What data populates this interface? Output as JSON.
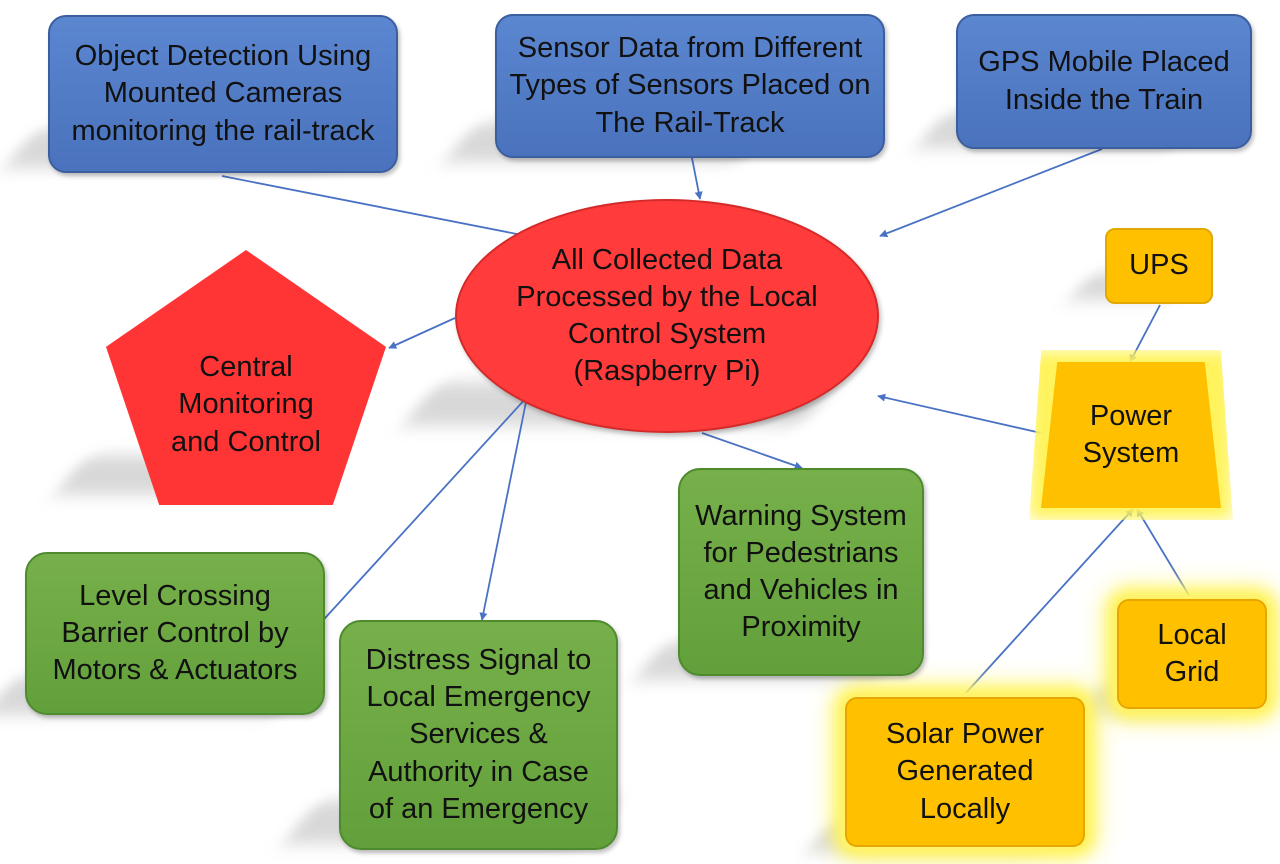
{
  "diagram": {
    "nodes": {
      "object_detection": [
        "Object Detection Using",
        "Mounted Cameras",
        "monitoring the rail-track"
      ],
      "sensor_data": [
        "Sensor Data from Different",
        "Types of Sensors Placed on",
        "The Rail-Track"
      ],
      "gps": [
        "GPS Mobile Placed",
        "Inside the Train"
      ],
      "central_processing": [
        "All Collected Data",
        "Processed by the Local",
        "Control System",
        "(Raspberry Pi)"
      ],
      "central_monitoring": [
        "Central",
        "Monitoring",
        "and Control"
      ],
      "ups": [
        "UPS"
      ],
      "power_system": [
        "Power",
        "System"
      ],
      "level_crossing": [
        "Level Crossing",
        "Barrier Control by",
        "Motors & Actuators"
      ],
      "distress_signal": [
        "Distress Signal to",
        "Local Emergency",
        "Services &",
        "Authority in Case",
        "of an Emergency"
      ],
      "warning_system": [
        "Warning System",
        "for Pedestrians",
        "and Vehicles in",
        "Proximity"
      ],
      "local_grid": [
        "Local Grid"
      ],
      "solar_power": [
        "Solar Power",
        "Generated",
        "Locally"
      ]
    },
    "edges": [
      {
        "from": "object_detection",
        "to": "central_processing"
      },
      {
        "from": "sensor_data",
        "to": "central_processing"
      },
      {
        "from": "gps",
        "to": "central_processing"
      },
      {
        "from": "central_processing",
        "to": "central_monitoring"
      },
      {
        "from": "central_processing",
        "to": "level_crossing"
      },
      {
        "from": "central_processing",
        "to": "distress_signal"
      },
      {
        "from": "central_processing",
        "to": "warning_system"
      },
      {
        "from": "power_system",
        "to": "central_processing"
      },
      {
        "from": "ups",
        "to": "power_system"
      },
      {
        "from": "solar_power",
        "to": "power_system"
      },
      {
        "from": "local_grid",
        "to": "power_system"
      }
    ],
    "colors": {
      "input_box": "#4f7ac7",
      "output_box": "#6aa841",
      "processing": "#ff3b3b",
      "power": "#ffc000",
      "glow": "#fff45c",
      "arrow": "#4a72c4"
    }
  }
}
